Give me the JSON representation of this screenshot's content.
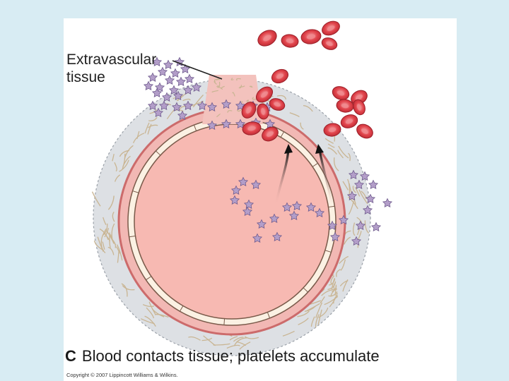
{
  "labels": {
    "extravascular_line1": "Extravascular",
    "extravascular_line2": "tissue"
  },
  "caption": {
    "panel_letter": "C",
    "text": "Blood contacts tissue; platelets accumulate"
  },
  "copyright": "Copyright © 2007 Lippincott Williams & Wilkins.",
  "colors": {
    "background": "#d8ecf3",
    "tissue_halo": "#dde0e4",
    "vessel_wall": "#f2b8b4",
    "vessel_wall_edge": "#cc6b6b",
    "endothelium": "#fbf1e3",
    "lumen": "#f7b9b2",
    "red_cell": "#e0424a",
    "platelet": "#b39ec9",
    "fiber": "#c9b593"
  },
  "icons": [
    "platelet-icon",
    "red-blood-cell-icon",
    "flow-arrow-icon",
    "fiber-icon"
  ]
}
